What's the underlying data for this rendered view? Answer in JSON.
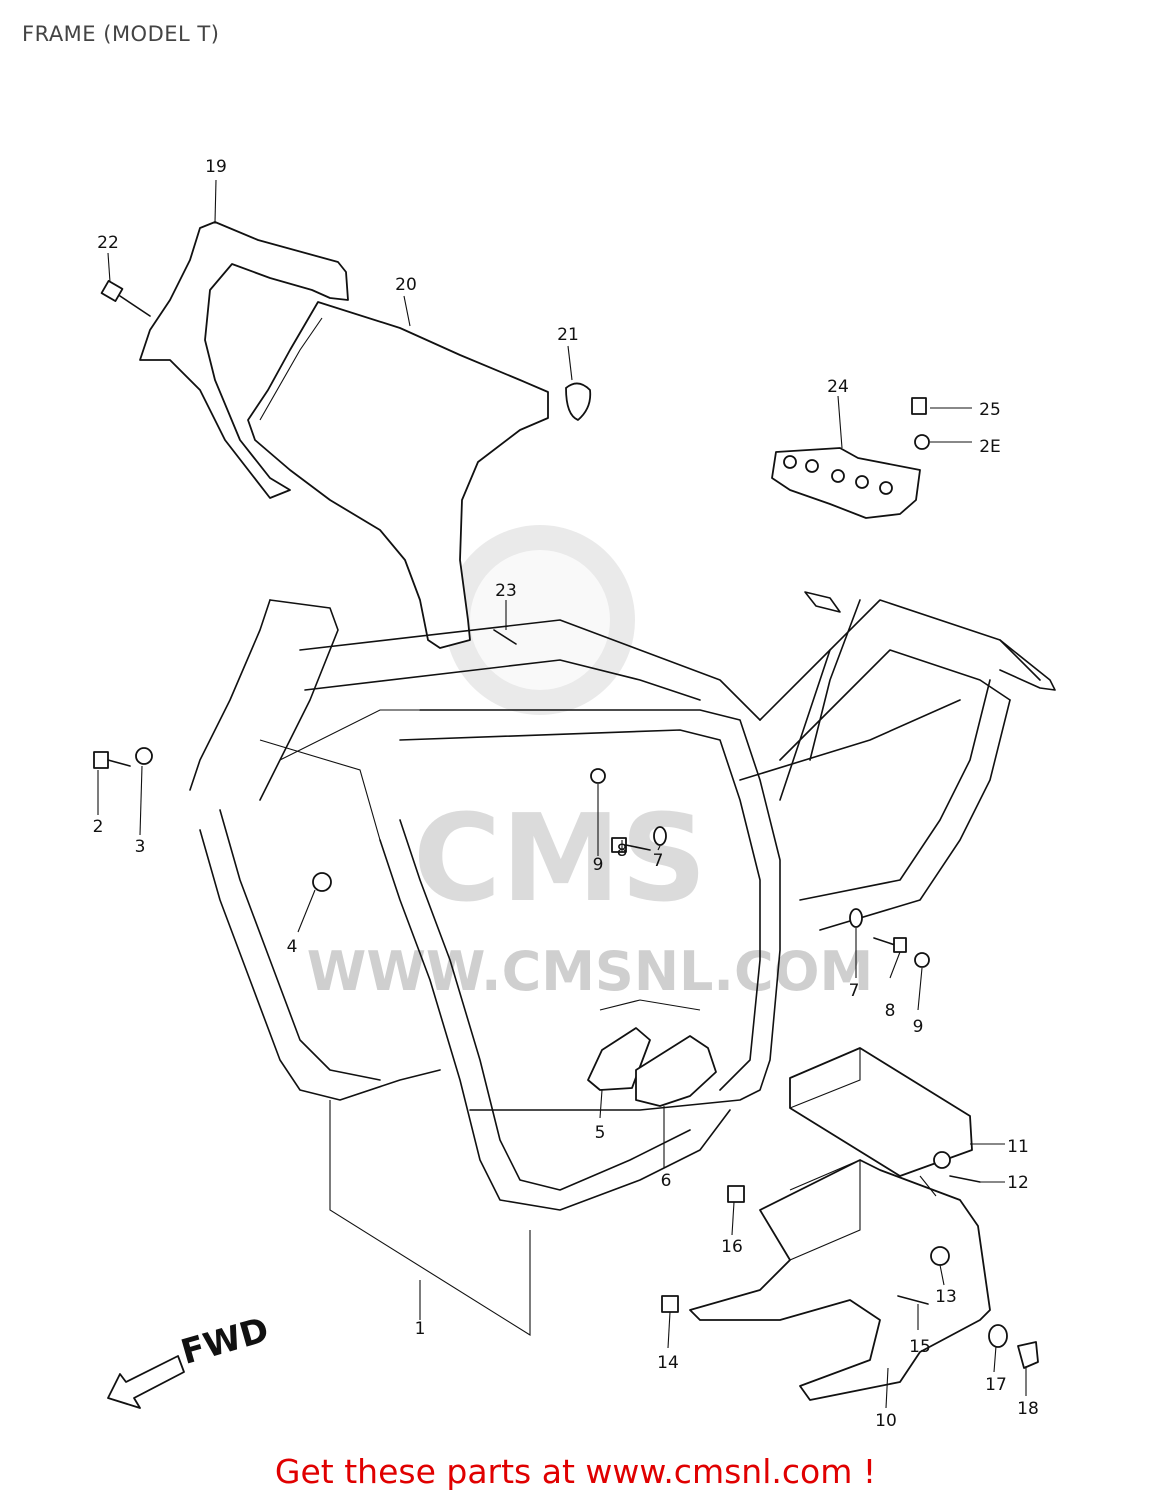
{
  "title": "FRAME (MODEL T)",
  "footer": "Get these parts at www.cmsnl.com !",
  "fwd_label": "FWD",
  "watermark": "WWW.CMSNL.COM",
  "callouts": [
    {
      "id": "c1",
      "label": "1"
    },
    {
      "id": "c2",
      "label": "2"
    },
    {
      "id": "c3",
      "label": "3"
    },
    {
      "id": "c4",
      "label": "4"
    },
    {
      "id": "c5",
      "label": "5"
    },
    {
      "id": "c6",
      "label": "6"
    },
    {
      "id": "c7a",
      "label": "7"
    },
    {
      "id": "c7b",
      "label": "7"
    },
    {
      "id": "c8a",
      "label": "8"
    },
    {
      "id": "c8b",
      "label": "8"
    },
    {
      "id": "c9a",
      "label": "9"
    },
    {
      "id": "c9b",
      "label": "9"
    },
    {
      "id": "c10",
      "label": "10"
    },
    {
      "id": "c11",
      "label": "11"
    },
    {
      "id": "c12",
      "label": "12"
    },
    {
      "id": "c13",
      "label": "13"
    },
    {
      "id": "c14",
      "label": "14"
    },
    {
      "id": "c15",
      "label": "15"
    },
    {
      "id": "c16",
      "label": "16"
    },
    {
      "id": "c17",
      "label": "17"
    },
    {
      "id": "c18",
      "label": "18"
    },
    {
      "id": "c19",
      "label": "19"
    },
    {
      "id": "c20",
      "label": "20"
    },
    {
      "id": "c21",
      "label": "21"
    },
    {
      "id": "c22",
      "label": "22"
    },
    {
      "id": "c23",
      "label": "23"
    },
    {
      "id": "c24",
      "label": "24"
    },
    {
      "id": "c25",
      "label": "25"
    },
    {
      "id": "c26",
      "label": "2E"
    }
  ],
  "colors": {
    "footer": "#e00000",
    "ink": "#111111",
    "watermark": "#d8d8d8"
  }
}
